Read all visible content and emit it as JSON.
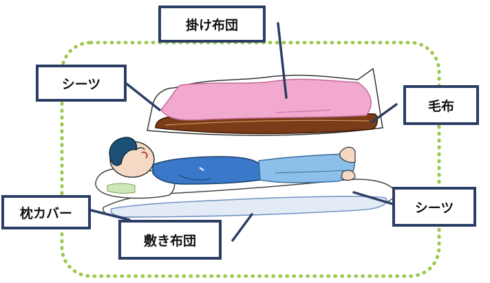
{
  "labels": {
    "kakebuton": "掛け布団",
    "sheets_top": "シーツ",
    "moufu": "毛布",
    "pillow_cover": "枕カバー",
    "shikibuton": "敷き布団",
    "sheets_bottom": "シーツ"
  },
  "colors": {
    "frame": "#9bc94d",
    "label_border": "#2a3d64",
    "leader_line": "#2a3d64",
    "comforter": "#f2a9cf",
    "blanket": "#7a3b16",
    "sheet_lining": "#ffffff",
    "shirt": "#3a78c9",
    "pants": "#8cc0ea",
    "hair": "#1b4f74",
    "skin": "#f6d9c5",
    "pillow_cover": "#cfe6b8",
    "futon": "#e3ebf7"
  }
}
